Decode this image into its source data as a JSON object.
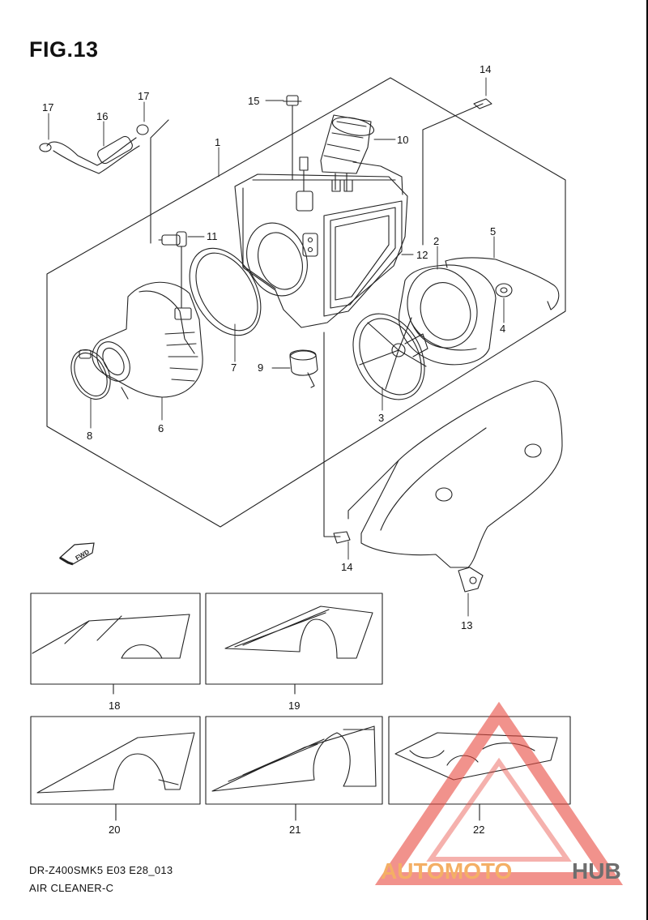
{
  "figure": {
    "title": "FIG.13"
  },
  "footer": {
    "model_code": "DR-Z400SMK5 E03 E28_013",
    "caption": "AIR CLEANER-C"
  },
  "fwd_badge": {
    "text": "FWD"
  },
  "parts": {
    "p1": "1",
    "p2": "2",
    "p3": "3",
    "p4": "4",
    "p5": "5",
    "p6": "6",
    "p7": "7",
    "p8": "8",
    "p9": "9",
    "p10": "10",
    "p11": "11",
    "p12": "12",
    "p13": "13",
    "p14a": "14",
    "p14b": "14",
    "p15": "15",
    "p16": "16",
    "p17a": "17",
    "p17b": "17",
    "p18": "18",
    "p19": "19",
    "p20": "20",
    "p21": "21",
    "p22": "22"
  },
  "watermark": {
    "part1": "AUTOMOTO",
    "part2": "HUB",
    "color_red": "#e8493f",
    "color_orange": "#f3a24b",
    "color_gray": "#555555"
  }
}
